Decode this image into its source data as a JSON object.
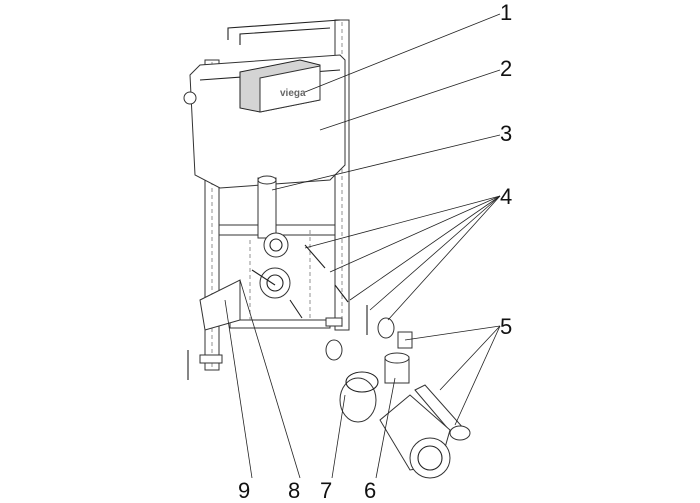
{
  "brand_logo": "viega",
  "callouts": {
    "c1": "1",
    "c2": "2",
    "c3": "3",
    "c4": "4",
    "c5": "5",
    "c6": "6",
    "c7": "7",
    "c8": "8",
    "c9": "9"
  }
}
